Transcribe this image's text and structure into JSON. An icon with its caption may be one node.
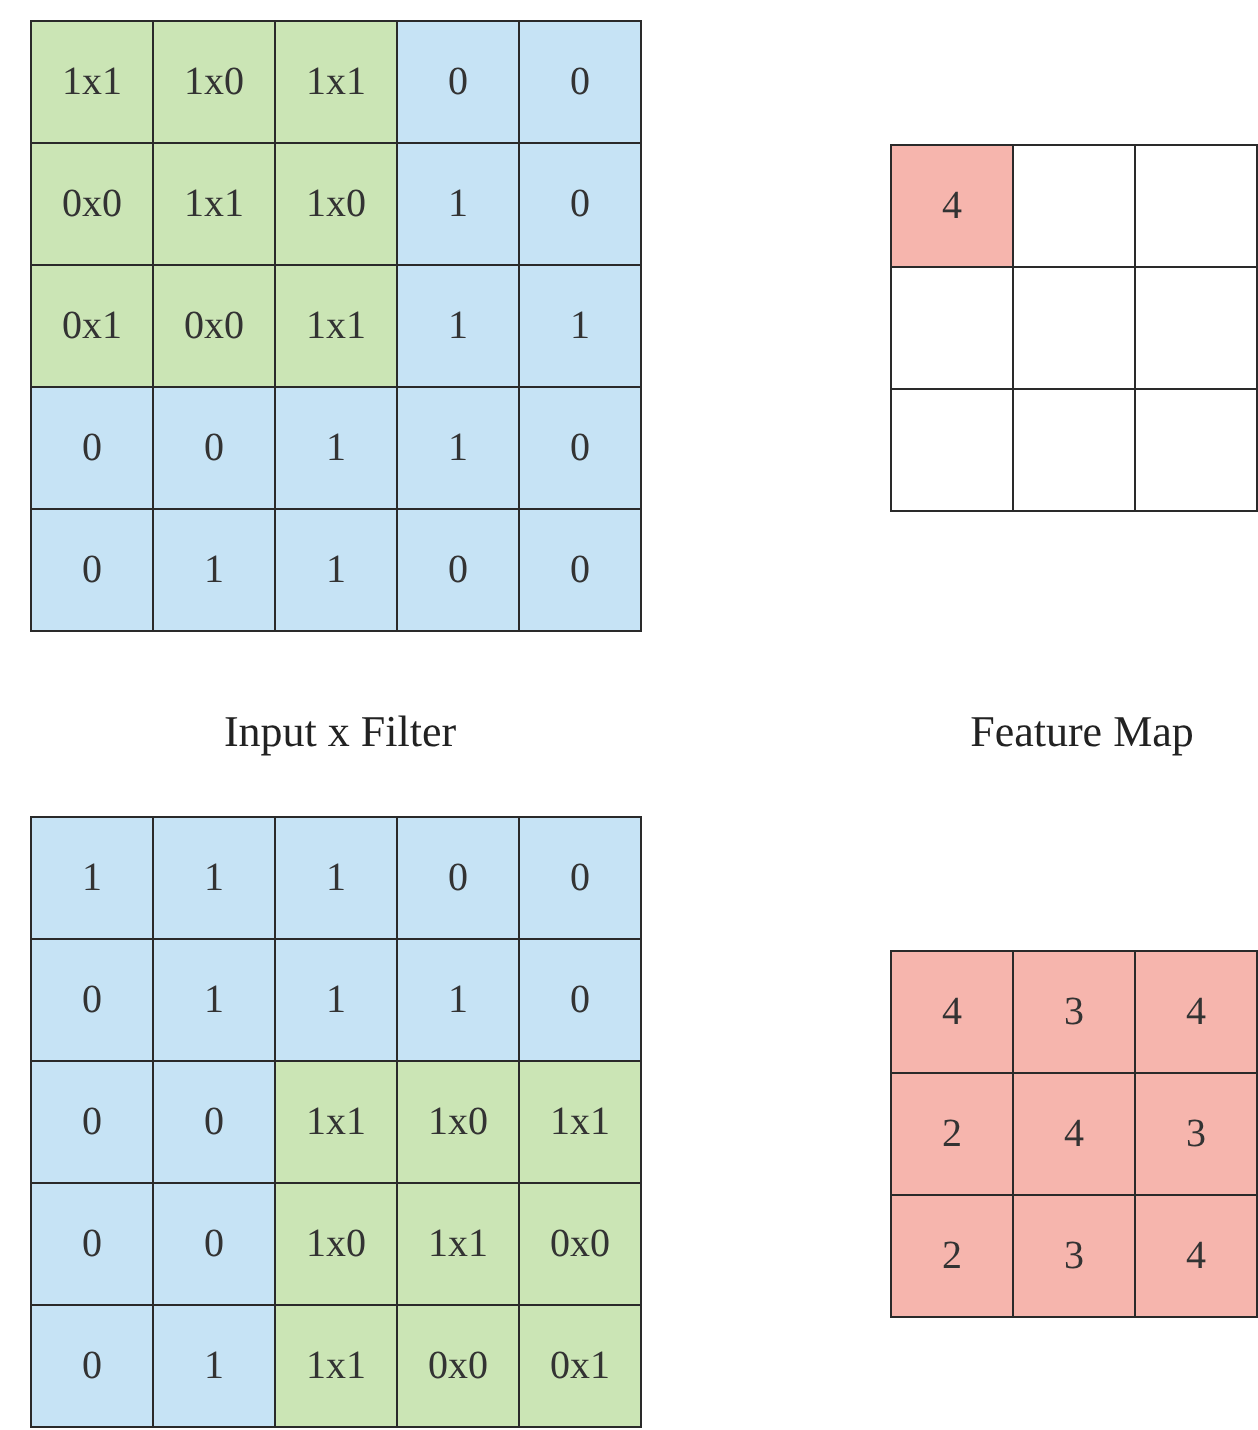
{
  "diagram": {
    "labels": [
      "1x1",
      "1x0",
      "1x1",
      "0",
      "0",
      "0x0",
      "1x1",
      "1x0",
      "1",
      "0",
      "0x1",
      "0x0",
      "1x1",
      "1",
      "1",
      "0",
      "0",
      "1",
      "1",
      "0",
      "0",
      "1",
      "1",
      "0",
      "0",
      "4",
      "Input x Filter",
      "Feature Map",
      "1",
      "1",
      "1",
      "0",
      "0",
      "0",
      "1",
      "1",
      "1",
      "0",
      "0",
      "0",
      "1x1",
      "1x0",
      "1x1",
      "0",
      "0",
      "1x0",
      "1x1",
      "0x0",
      "0",
      "1",
      "1x1",
      "0x0",
      "0x1",
      "4",
      "3",
      "4",
      "2",
      "4",
      "3",
      "2",
      "3",
      "4"
    ]
  }
}
